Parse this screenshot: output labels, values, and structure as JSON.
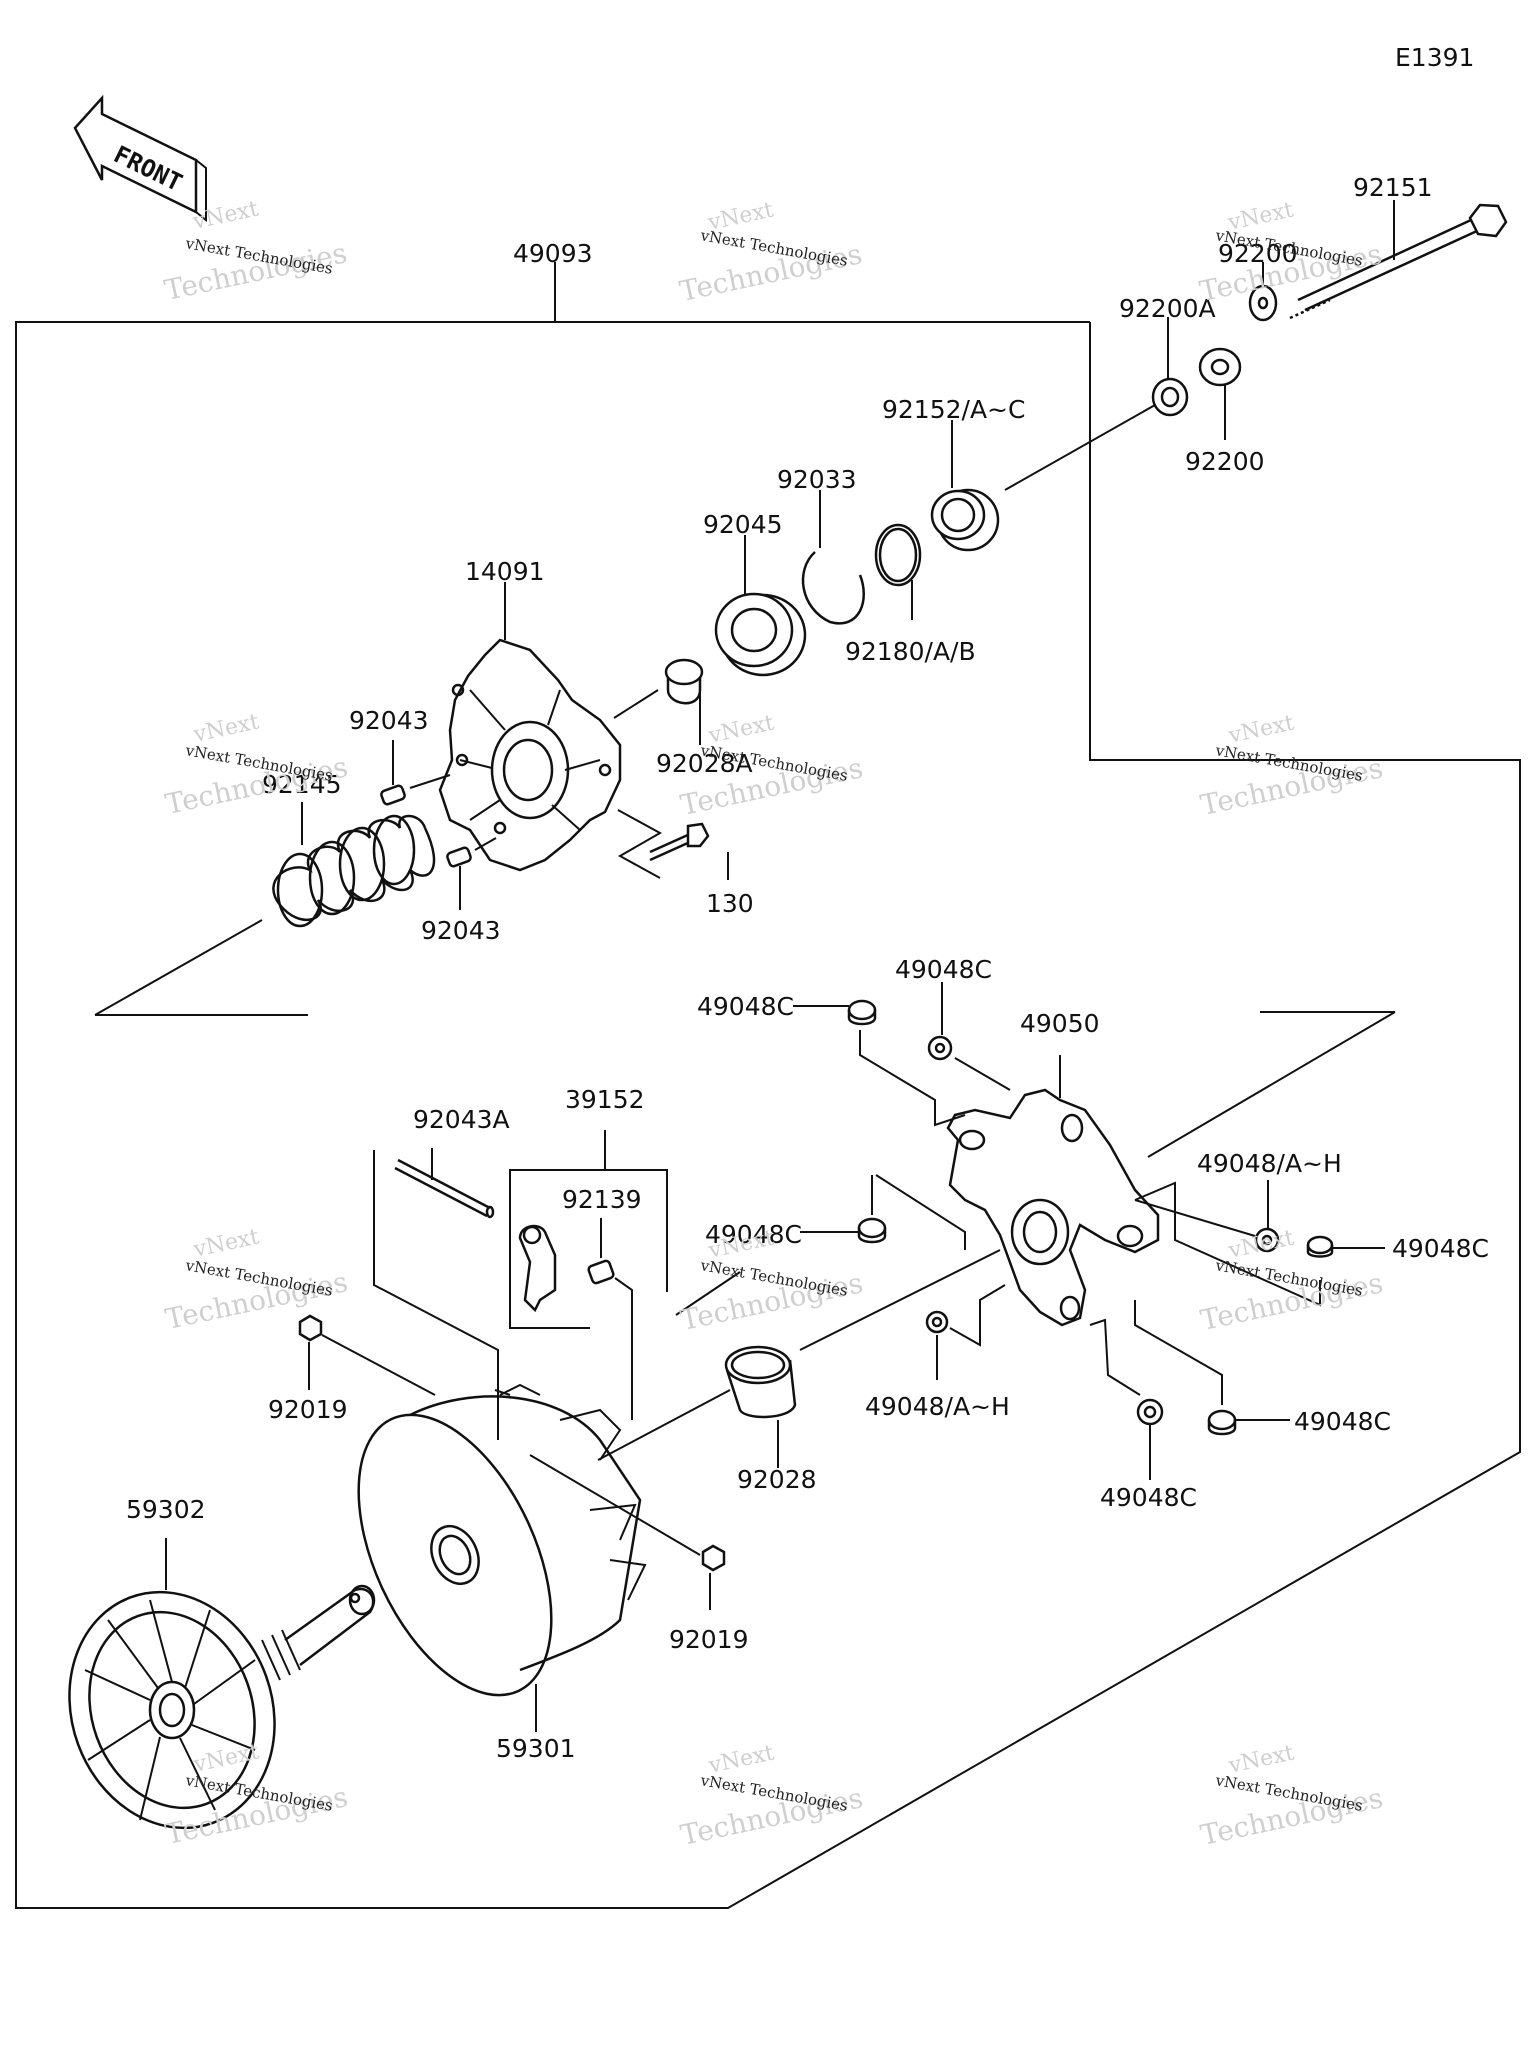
{
  "diagram_code": "E1391",
  "front_label": "FRONT",
  "watermark": {
    "line1": "vNext Technologies",
    "line2": "vNext",
    "line3": "Technologies"
  },
  "labels": {
    "l49093": "49093",
    "l92151": "92151",
    "l92200_top": "92200",
    "l92200A": "92200A",
    "l92200_bottom": "92200",
    "l92152": "92152/A~C",
    "l92033": "92033",
    "l92045": "92045",
    "l14091": "14091",
    "l92180": "92180/A/B",
    "l92043_top": "92043",
    "l92145": "92145",
    "l92028A": "92028A",
    "l92043_bottom": "92043",
    "l130": "130",
    "l49048C_a": "49048C",
    "l49048C_b": "49048C",
    "l49050": "49050",
    "l92043A": "92043A",
    "l39152": "39152",
    "l92139": "92139",
    "l49048C_c": "49048C",
    "l49048AH_a": "49048/A~H",
    "l49048C_d": "49048C",
    "l92019_a": "92019",
    "l49048AH_b": "49048/A~H",
    "l49048C_e": "49048C",
    "l92028": "92028",
    "l49048C_f": "49048C",
    "l59302": "59302",
    "l92019_b": "92019",
    "l59301": "59301"
  }
}
